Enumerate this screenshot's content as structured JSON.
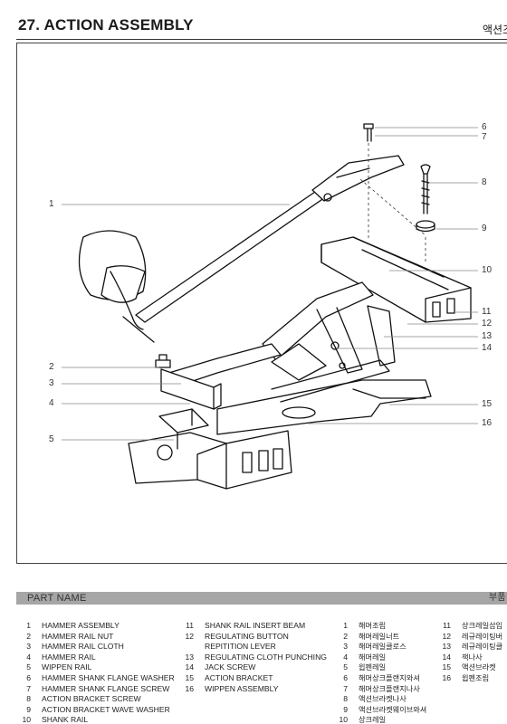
{
  "page": {
    "title": "27. ACTION ASSEMBLY",
    "title_ko": "액션조"
  },
  "callouts": [
    "1",
    "2",
    "3",
    "4",
    "5",
    "6",
    "7",
    "8",
    "9",
    "10",
    "11",
    "12",
    "13",
    "14",
    "15",
    "16"
  ],
  "parts_header": {
    "label": "PART NAME",
    "label_ko": "부품"
  },
  "parts_en_col1": [
    {
      "num": "1",
      "name": "HAMMER ASSEMBLY"
    },
    {
      "num": "2",
      "name": "HAMMER RAIL NUT"
    },
    {
      "num": "3",
      "name": "HAMMER RAIL CLOTH"
    },
    {
      "num": "4",
      "name": "HAMMER RAIL"
    },
    {
      "num": "5",
      "name": "WIPPEN RAIL"
    },
    {
      "num": "6",
      "name": "HAMMER SHANK FLANGE WASHER"
    },
    {
      "num": "7",
      "name": "HAMMER SHANK FLANGE SCREW"
    },
    {
      "num": "8",
      "name": "ACTION BRACKET SCREW"
    },
    {
      "num": "9",
      "name": "ACTION BRACKET WAVE WASHER"
    },
    {
      "num": "10",
      "name": "SHANK RAIL"
    }
  ],
  "parts_en_col2": [
    {
      "num": "11",
      "name": "SHANK RAIL INSERT BEAM"
    },
    {
      "num": "12",
      "name": "REGULATING BUTTON"
    },
    {
      "num": "",
      "name": "REPITITION LEVER"
    },
    {
      "num": "13",
      "name": "REGULATING CLOTH PUNCHING"
    },
    {
      "num": "14",
      "name": "JACK SCREW"
    },
    {
      "num": "15",
      "name": "ACTION BRACKET"
    },
    {
      "num": "16",
      "name": "WIPPEN ASSEMBLY"
    }
  ],
  "parts_ko_col1": [
    {
      "num": "1",
      "name": "해머조립"
    },
    {
      "num": "2",
      "name": "해머레일너트"
    },
    {
      "num": "3",
      "name": "해머레일클로스"
    },
    {
      "num": "4",
      "name": "해머레일"
    },
    {
      "num": "5",
      "name": "윕펜레일"
    },
    {
      "num": "6",
      "name": "해머상크플랜지와셔"
    },
    {
      "num": "7",
      "name": "해머상크플랜지나사"
    },
    {
      "num": "8",
      "name": "액션브라켓나사"
    },
    {
      "num": "9",
      "name": "액션브라켓웨이브와셔"
    },
    {
      "num": "10",
      "name": "상크레일"
    }
  ],
  "parts_ko_col2": [
    {
      "num": "11",
      "name": "상크레일삽입"
    },
    {
      "num": "12",
      "name": "레규레이팅버"
    },
    {
      "num": "13",
      "name": "레규레이팅클"
    },
    {
      "num": "14",
      "name": "잭나사"
    },
    {
      "num": "15",
      "name": "액션브라켓"
    },
    {
      "num": "16",
      "name": "윕펜조립"
    }
  ]
}
